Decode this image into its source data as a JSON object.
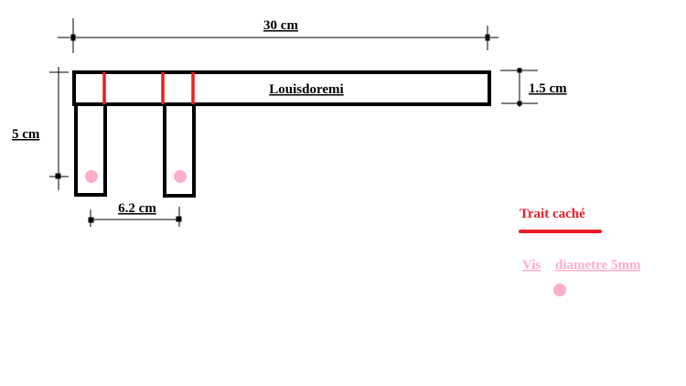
{
  "dimensions": {
    "total_length": "30 cm",
    "total_height": "5 cm",
    "bar_thickness": "1.5 cm",
    "leg_spacing": "6.2 cm"
  },
  "part_label": "Louisdoremi",
  "legend": {
    "hidden_line_label": "Trait caché",
    "screw_label": "Vis",
    "screw_diameter_label": "diametre 5mm"
  },
  "colors": {
    "outline": "#000000",
    "hidden_line": "#ee1c25",
    "screw": "#ffaec9"
  }
}
